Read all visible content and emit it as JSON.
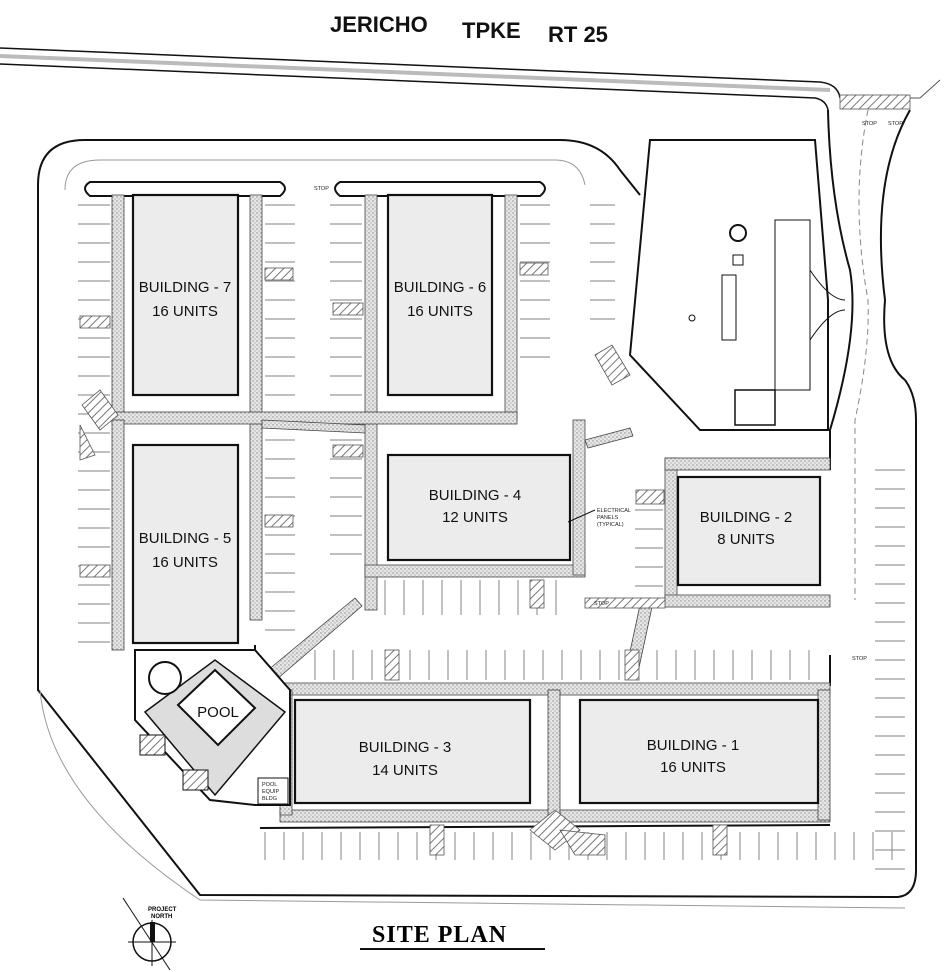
{
  "road": {
    "name": "JERICHO",
    "type": "TPKE",
    "route": "RT 25"
  },
  "title": "SITE PLAN",
  "north_arrow": {
    "line1": "PROJECT",
    "line2": "NORTH"
  },
  "buildings": [
    {
      "name": "BUILDING - 1",
      "units": "16 UNITS"
    },
    {
      "name": "BUILDING - 2",
      "units": "8 UNITS"
    },
    {
      "name": "BUILDING - 3",
      "units": "14 UNITS"
    },
    {
      "name": "BUILDING - 4",
      "units": "12 UNITS"
    },
    {
      "name": "BUILDING - 5",
      "units": "16 UNITS"
    },
    {
      "name": "BUILDING - 6",
      "units": "16 UNITS"
    },
    {
      "name": "BUILDING - 7",
      "units": "16 UNITS"
    }
  ],
  "pool": {
    "label": "POOL",
    "equip_line1": "POOL",
    "equip_line2": "EQUIP",
    "equip_line3": "BLDG"
  },
  "electrical_note": {
    "line1": "ELECTRICAL",
    "line2": "PANELS",
    "line3": "(TYPICAL)"
  },
  "stop_label": "STOP"
}
